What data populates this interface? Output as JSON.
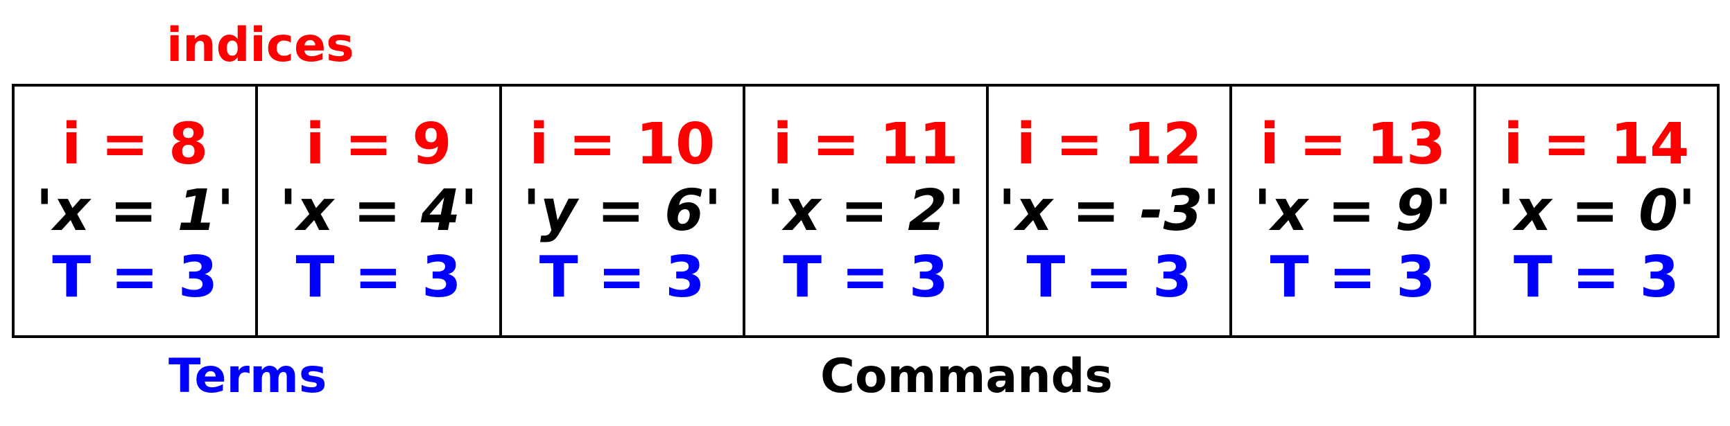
{
  "labels": {
    "indices": "indices",
    "terms": "Terms",
    "commands": "Commands"
  },
  "colors": {
    "index": "#ff0000",
    "command": "#000000",
    "term": "#0000ff"
  },
  "entries": [
    {
      "index": "i = 8",
      "command": "'x = 1'",
      "term": "T = 3"
    },
    {
      "index": "i = 9",
      "command": "'x = 4'",
      "term": "T = 3"
    },
    {
      "index": "i = 10",
      "command": "'y = 6'",
      "term": "T = 3"
    },
    {
      "index": "i = 11",
      "command": "'x = 2'",
      "term": "T = 3"
    },
    {
      "index": "i = 12",
      "command": "'x = -3'",
      "term": "T = 3"
    },
    {
      "index": "i = 13",
      "command": "'x = 9'",
      "term": "T = 3"
    },
    {
      "index": "i = 14",
      "command": "'x = 0'",
      "term": "T = 3"
    }
  ]
}
